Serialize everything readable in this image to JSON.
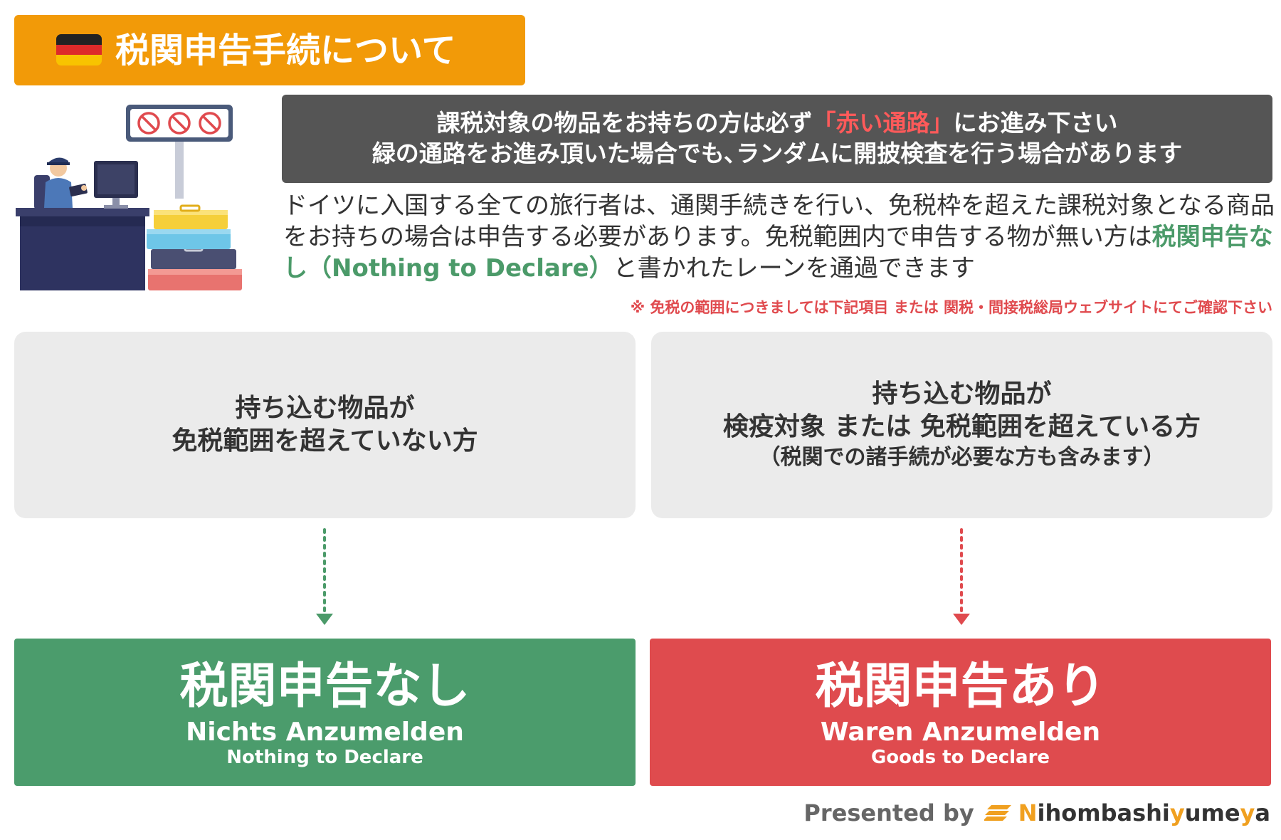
{
  "colors": {
    "title_bg": "#f29a08",
    "notice_bg": "#555555",
    "highlight_red": "#ff5a5a",
    "accent_green": "#4b9a69",
    "no_declare_bg": "#4b9c6c",
    "declare_bg": "#df4b4e",
    "arrow_green": "#4b9a69",
    "arrow_red": "#e04a4e",
    "footnote_red": "#e04a4e",
    "flag_black": "#222222",
    "flag_red": "#dd2a2a",
    "flag_gold": "#f8c300"
  },
  "header": {
    "flag_icon": "german-flag-icon",
    "title": "税関申告手続について"
  },
  "illustration": {
    "icons": [
      "customs-officer-icon",
      "computer-monitor-icon",
      "prohibited-items-sign-icon",
      "luggage-stack-icon"
    ]
  },
  "notice": {
    "line1_before": "課税対象の物品をお持ちの方は必ず",
    "line1_highlight": "「赤い通路」",
    "line1_after": "にお進み下さい",
    "line2": "緑の通路をお進み頂いた場合でも､ランダムに開披検査を行う場合があります"
  },
  "description": {
    "text_before": "ドイツに入国する全ての旅行者は、通関手続きを行い、免税枠を超えた課税対象となる商品をお持ちの場合は申告する必要があります。免税範囲内で申告する物が無い方は",
    "text_highlight": "税関申告なし（Nothing to Declare）",
    "text_after": "と書かれたレーンを通過できます"
  },
  "footnote": "※ 免税の範囲につきましては下記項目 または 関税・間接税総局ウェブサイトにてご確認下さい",
  "conditions": {
    "left": {
      "line1": "持ち込む物品が",
      "line2": "免税範囲を超えていない方"
    },
    "right": {
      "line1": "持ち込む物品が",
      "line2": "検疫対象 または 免税範囲を超えている方",
      "line3": "（税関での諸手続が必要な方も含みます）"
    }
  },
  "results": {
    "left": {
      "jp": "税関申告なし",
      "de": "Nichts Anzumelden",
      "en": "Nothing to Declare"
    },
    "right": {
      "jp": "税関申告あり",
      "de": "Waren Anzumelden",
      "en": "Goods to Declare"
    }
  },
  "credit": {
    "prefix": "Presented by",
    "logo_icon": "nihombashiyumeya-logo-icon",
    "brand_n": "N",
    "brand_mid1": "ihombashi",
    "brand_y1": "y",
    "brand_mid2": "ume",
    "brand_y2": "y",
    "brand_end": "a"
  }
}
